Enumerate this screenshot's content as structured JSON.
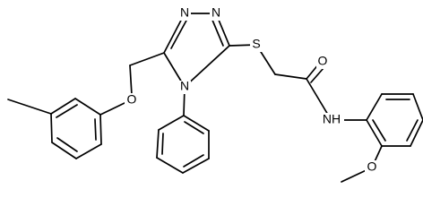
{
  "structure": {
    "atom_labels": [
      {
        "id": "n-left",
        "text": "N"
      },
      {
        "id": "n-right",
        "text": "N"
      },
      {
        "id": "n-ring",
        "text": "N"
      },
      {
        "id": "s-thioether",
        "text": "S"
      },
      {
        "id": "o-carbonyl",
        "text": "O"
      },
      {
        "id": "o-ether",
        "text": "O"
      },
      {
        "id": "nh-amide",
        "text": "NH"
      },
      {
        "id": "o-methoxy",
        "text": "O"
      }
    ]
  },
  "colors": {
    "bond": "#000000",
    "text": "#000000",
    "background": "#ffffff"
  }
}
